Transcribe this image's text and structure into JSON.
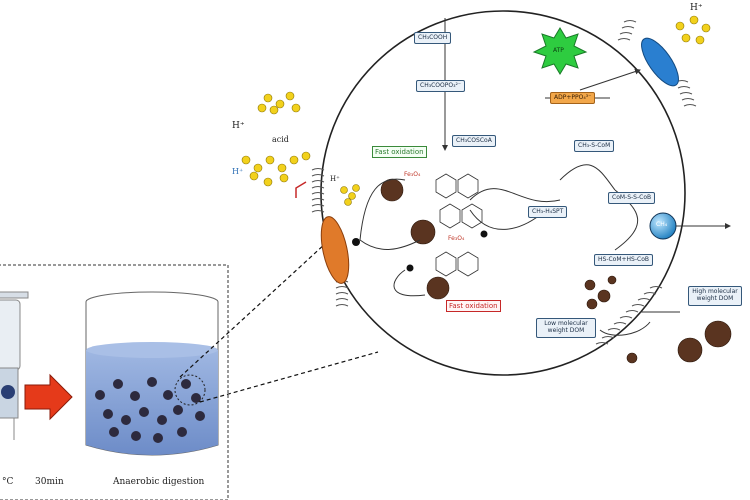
{
  "inner_labels": {
    "panel_h_plus": "H⁺",
    "acid": "acid",
    "chain_h_plus": "H⁺",
    "top_right_h_plus": "H⁺",
    "channel_h_plus": "H⁺"
  },
  "left_panel": {
    "temperature_caption": "°C",
    "time_caption": "30min",
    "digestion_caption": "Anaerobic digestion"
  },
  "pathway_tags": {
    "top_1": "CH₃COOH",
    "top_2": "CH₃COOPO₃²⁻",
    "mid": "CH₃COSCoA",
    "right_1": "CH₃-S-CoM",
    "right_2": "CoM-S-S-CoB",
    "right_3": "HS-CoM+HS-CoB",
    "lower_mid": "CH₃-H₄SPT",
    "orange": "ADP+PPO₄³⁻",
    "high_mw": "High molecular weight DOM",
    "low_mw": "Low molecular weight DOM"
  },
  "annotations": {
    "green_box": "Fast oxidation",
    "red_box": "Fast oxidation",
    "methane": "CH₄",
    "enzyme_green": "ATP",
    "fe_red_1": "Fe₃O₄",
    "fe_red_2": "Fe₃O₄"
  },
  "colors": {
    "arrow_red": "#e53a1a",
    "liquid": "#6f8fc9",
    "particle": "#4a2b1f",
    "sphere_blue": "#3aa0dc",
    "star_green": "#2ecc40",
    "membrane_orange": "#e07a2a"
  }
}
